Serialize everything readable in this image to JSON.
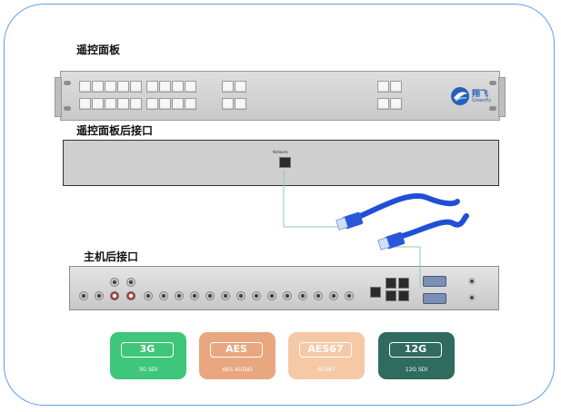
{
  "sections": {
    "remote_panel": "遥控面板",
    "remote_panel_rear": "遥控面板后接口",
    "host_rear": "主机后接口"
  },
  "logo": {
    "cn": "翔飞",
    "en": "Greenfly"
  },
  "rear_port_label": "Network",
  "badges": [
    {
      "tag": "3G",
      "sub": "3G SDI",
      "color": "#3ec67a"
    },
    {
      "tag": "AES",
      "sub": "AES AUDIO",
      "color": "#e8a77f"
    },
    {
      "tag": "AES67",
      "sub": "AES67",
      "color": "#f5c9a6"
    },
    {
      "tag": "12G",
      "sub": "12G SDI",
      "color": "#2f6b5e"
    }
  ],
  "colors": {
    "frame": "#5fa0e6",
    "cable": "#1f4fd6",
    "wire": "#8dcf9b"
  },
  "icons": [
    "greenfly-logo-icon",
    "rj45-cable-icon"
  ]
}
